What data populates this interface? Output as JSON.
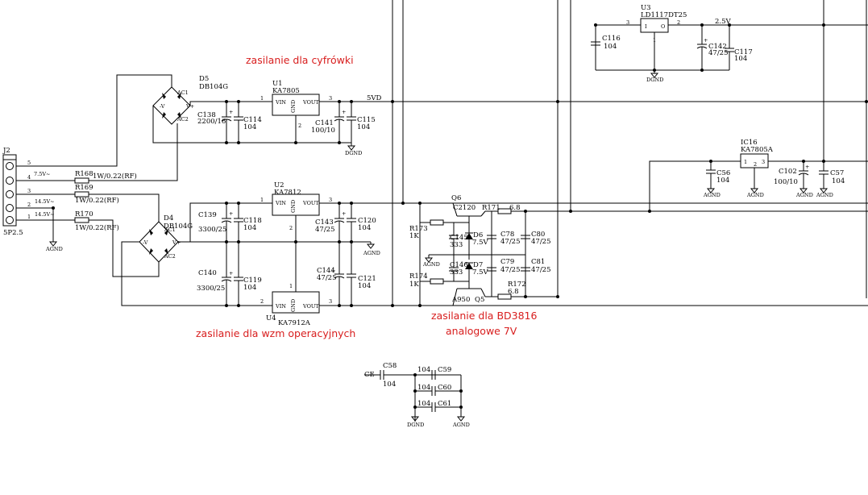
{
  "annotations": {
    "digital": "zasilanie dla cyfrówki",
    "opamps": "zasilanie dla wzm operacyjnych",
    "bd3816_line1": "zasilanie dla BD3816",
    "bd3816_line2": "analogowe 7V"
  },
  "connector": {
    "ref": "J2",
    "part": "5P2.5",
    "pins": [
      "5",
      "4",
      "3",
      "2",
      "1"
    ],
    "line_labels": [
      "7.5V~",
      "14.5V~",
      "14.5V~"
    ]
  },
  "resistors": [
    {
      "ref": "R168",
      "value": "1W/0.22(RF)"
    },
    {
      "ref": "R169",
      "value": "1W/0.22(RF)"
    },
    {
      "ref": "R170",
      "value": "1W/0.22(RF)"
    },
    {
      "ref": "R171",
      "value": "6.8"
    },
    {
      "ref": "R172",
      "value": "6.8"
    },
    {
      "ref": "R173",
      "value": "1K"
    },
    {
      "ref": "R174",
      "value": "1K"
    }
  ],
  "bridges": [
    {
      "ref": "D5",
      "part": "DB104G"
    },
    {
      "ref": "D4",
      "part": "DB104G"
    }
  ],
  "bridge_pins": [
    "AC1",
    "AC2",
    "-V",
    "V+"
  ],
  "regulators": [
    {
      "ref": "U1",
      "part": "KA7805",
      "in": "VIN",
      "gnd": "GND",
      "out": "VOUT",
      "p_in": "1",
      "p_gnd": "2",
      "p_out": "3"
    },
    {
      "ref": "U2",
      "part": "KA7812",
      "in": "VIN",
      "gnd": "GND",
      "out": "VOUT",
      "p_in": "1",
      "p_gnd": "2",
      "p_out": "3"
    },
    {
      "ref": "U4",
      "part": "KA7912A",
      "in": "VIN",
      "gnd": "GND",
      "out": "VOUT",
      "p_in": "2",
      "p_gnd": "1",
      "p_out": "3"
    },
    {
      "ref": "U3",
      "part": "LD1117DT25",
      "in": "I",
      "gnd": "",
      "out": "O",
      "p_in": "3",
      "p_gnd": "1",
      "p_out": "2"
    },
    {
      "ref": "IC16",
      "part": "KA7805A",
      "in": "1",
      "gnd": "2",
      "out": "3",
      "p_in": "",
      "p_gnd": "",
      "p_out": ""
    }
  ],
  "capacitors": [
    {
      "ref": "C138",
      "value": "2200/16"
    },
    {
      "ref": "C114",
      "value": "104"
    },
    {
      "ref": "C141",
      "value": "100/10"
    },
    {
      "ref": "C115",
      "value": "104"
    },
    {
      "ref": "C139",
      "value": "3300/25"
    },
    {
      "ref": "C118",
      "value": "104"
    },
    {
      "ref": "C143",
      "value": "47/25"
    },
    {
      "ref": "C120",
      "value": "104"
    },
    {
      "ref": "C140",
      "value": "3300/25"
    },
    {
      "ref": "C119",
      "value": "104"
    },
    {
      "ref": "C144",
      "value": "47/25"
    },
    {
      "ref": "C121",
      "value": "104"
    },
    {
      "ref": "C116",
      "value": "104"
    },
    {
      "ref": "C142",
      "value": "47/25"
    },
    {
      "ref": "C117",
      "value": "104"
    },
    {
      "ref": "C56",
      "value": "104"
    },
    {
      "ref": "C102",
      "value": "100/10"
    },
    {
      "ref": "C57",
      "value": "104"
    },
    {
      "ref": "C145",
      "value": "333"
    },
    {
      "ref": "C146",
      "value": "333"
    },
    {
      "ref": "C78",
      "value": "47/25"
    },
    {
      "ref": "C79",
      "value": "47/25"
    },
    {
      "ref": "C80",
      "value": "47/25"
    },
    {
      "ref": "C81",
      "value": "47/25"
    },
    {
      "ref": "C58",
      "value": "104"
    },
    {
      "ref": "C59",
      "value": "104"
    },
    {
      "ref": "C60",
      "value": "104"
    },
    {
      "ref": "C61",
      "value": "104"
    }
  ],
  "transistors": [
    {
      "ref": "Q6",
      "part": "C2120"
    },
    {
      "ref": "Q5",
      "part": "A950"
    }
  ],
  "zeners": [
    {
      "ref": "D6",
      "value": "7.5V"
    },
    {
      "ref": "D7",
      "value": "7.5V"
    }
  ],
  "nets": {
    "vd5": "5VD",
    "v25": "2.5V",
    "dgnd": "DGND",
    "agnd": "AGND",
    "ce": "CE"
  }
}
